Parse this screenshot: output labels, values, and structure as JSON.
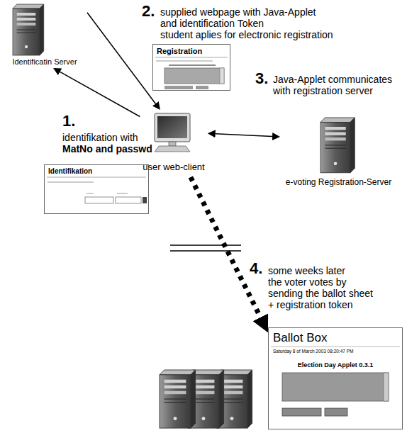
{
  "diagram": {
    "nodes": [
      {
        "text": [
          "Identificatin Server"
        ]
      },
      {
        "text": [
          "Registration"
        ]
      },
      {
        "text": [
          "Identifikation"
        ]
      },
      {
        "text": [
          "user web-client"
        ]
      },
      {
        "text": [
          "e-voting Registration-Server"
        ]
      },
      {
        "text": [
          "Ballot Box",
          "Saturday 8 of March 2003 08:20:47 PM",
          "Election Day Applet 0.3.1"
        ]
      }
    ],
    "edges": [
      {
        "from": 3,
        "to": 0,
        "arrow": "to"
      },
      {
        "from": 0,
        "to": 3,
        "arrow": "to"
      },
      {
        "from": 3,
        "to": 4,
        "arrow": "both"
      },
      {
        "from": 3,
        "to": 5,
        "arrow": "to"
      }
    ],
    "labels": [
      "2.",
      "supplied webpage with Java-Applet",
      "and identification Token",
      "student aplies for electronic registration",
      "1.",
      "identifikation with",
      "MatNo and passwd",
      "3.",
      "Java-Applet communicates",
      "with registration server",
      "4.",
      "some weeks later",
      "the voter votes by",
      "sending the ballot sheet",
      "+ registration token"
    ]
  }
}
